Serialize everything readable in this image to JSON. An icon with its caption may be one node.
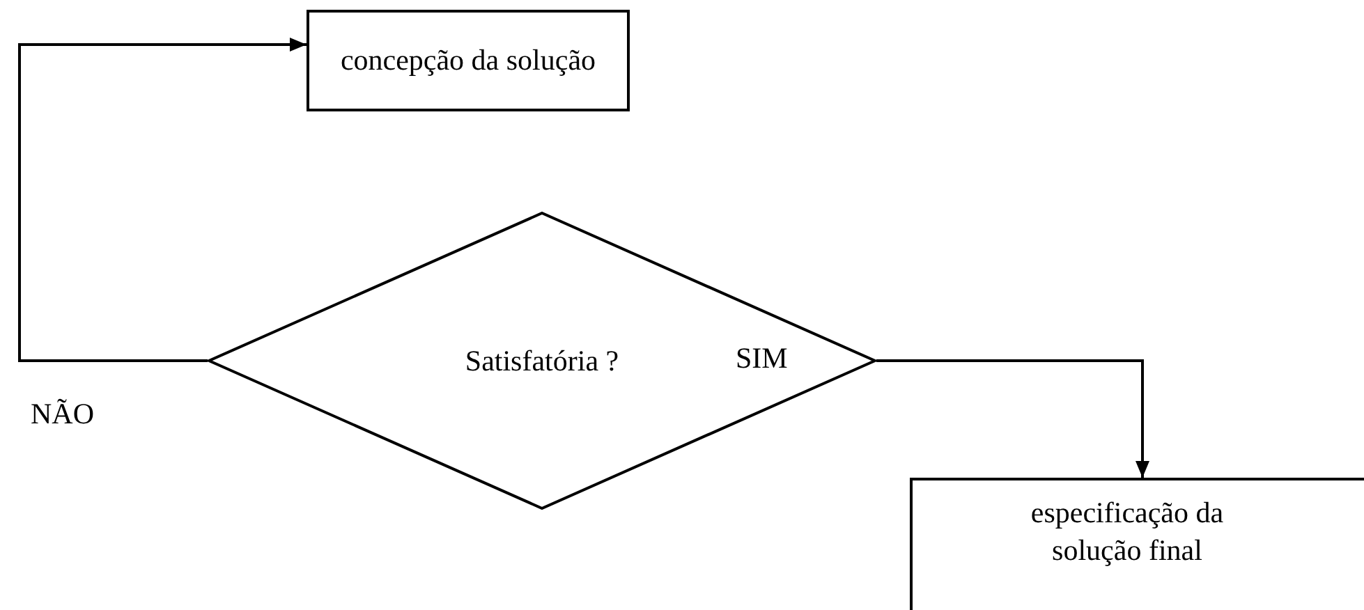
{
  "diagram": {
    "nodes": [
      {
        "text": [
          "concepção da solução"
        ]
      },
      {
        "text": [
          "Satisfatória ?"
        ]
      },
      {
        "text": [
          "especificação da solução final"
        ]
      }
    ],
    "edges": [
      {
        "from": 1,
        "to": 0,
        "arrow": "to",
        "label": "NÃO"
      },
      {
        "from": 1,
        "to": 2,
        "arrow": "to",
        "label": "SIM"
      }
    ]
  }
}
